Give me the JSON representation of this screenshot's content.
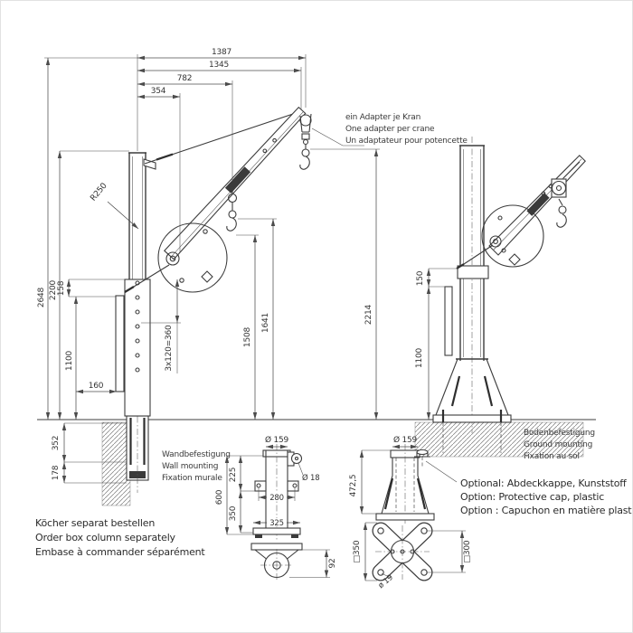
{
  "front": {
    "d1387": "1387",
    "d1345": "1345",
    "d782": "782",
    "d354": "354",
    "d2648": "2648",
    "d2200": "2200",
    "d158": "158",
    "d1100": "1100",
    "d160": "160",
    "d352": "352",
    "d178": "178",
    "holes": "3x120=360",
    "d1508": "1508",
    "d1641": "1641",
    "d2214": "2214",
    "radius": "R250",
    "note": [
      "Wandbefestigung",
      "Wall mounting",
      "Fixation murale"
    ]
  },
  "side": {
    "d150": "150",
    "d1100": "1100",
    "note": [
      "Bodenbefestigung",
      "Ground mounting",
      "Fixation au sol"
    ]
  },
  "box_column_detail": {
    "dia": "Ø 159",
    "d600": "600",
    "d225": "225",
    "d350": "350",
    "d280": "280",
    "d325": "325",
    "hole": "Ø 18",
    "d92": "92"
  },
  "ground_base_detail": {
    "dia": "Ø 159",
    "height": "472,5",
    "sq_outer": "□350",
    "sq_holes": "□300",
    "hole": "ø 19"
  },
  "notes": {
    "adapter": [
      "ein Adapter je Kran",
      "One adapter per crane",
      "Un adaptateur pour potencette"
    ],
    "order": [
      "Köcher separat bestellen",
      "Order box column separately",
      "Embase à commander séparément"
    ],
    "optional": [
      "Optional: Abdeckkappe, Kunststoff",
      "Option: Protective cap, plastic",
      "Option : Capuchon en matière plastique"
    ]
  }
}
